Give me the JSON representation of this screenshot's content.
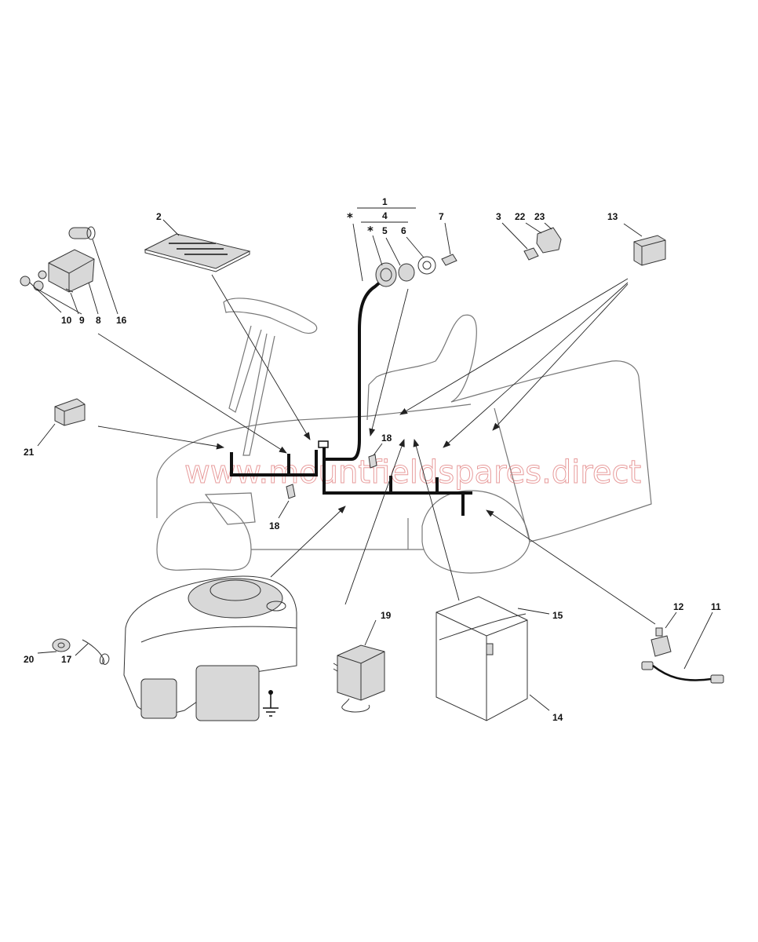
{
  "watermark": "www.mountfieldspares.direct",
  "callouts": {
    "c1": "1",
    "c2": "2",
    "c3": "3",
    "c4": "4",
    "c5": "5",
    "c6": "6",
    "c7": "7",
    "c8": "8",
    "c9": "9",
    "c10": "10",
    "c11": "11",
    "c12": "12",
    "c13": "13",
    "c14": "14",
    "c15": "15",
    "c16": "16",
    "c17": "17",
    "c18a": "18",
    "c18b": "18",
    "c19": "19",
    "c20": "20",
    "c21": "21",
    "c22": "22",
    "c23": "23"
  },
  "markers": {
    "star": "*"
  },
  "icons": [
    "arrow-head-icon",
    "ground-symbol-icon"
  ],
  "colors": {
    "line": "#222222",
    "outline": "#777777",
    "watermark": "#e07a7a"
  }
}
